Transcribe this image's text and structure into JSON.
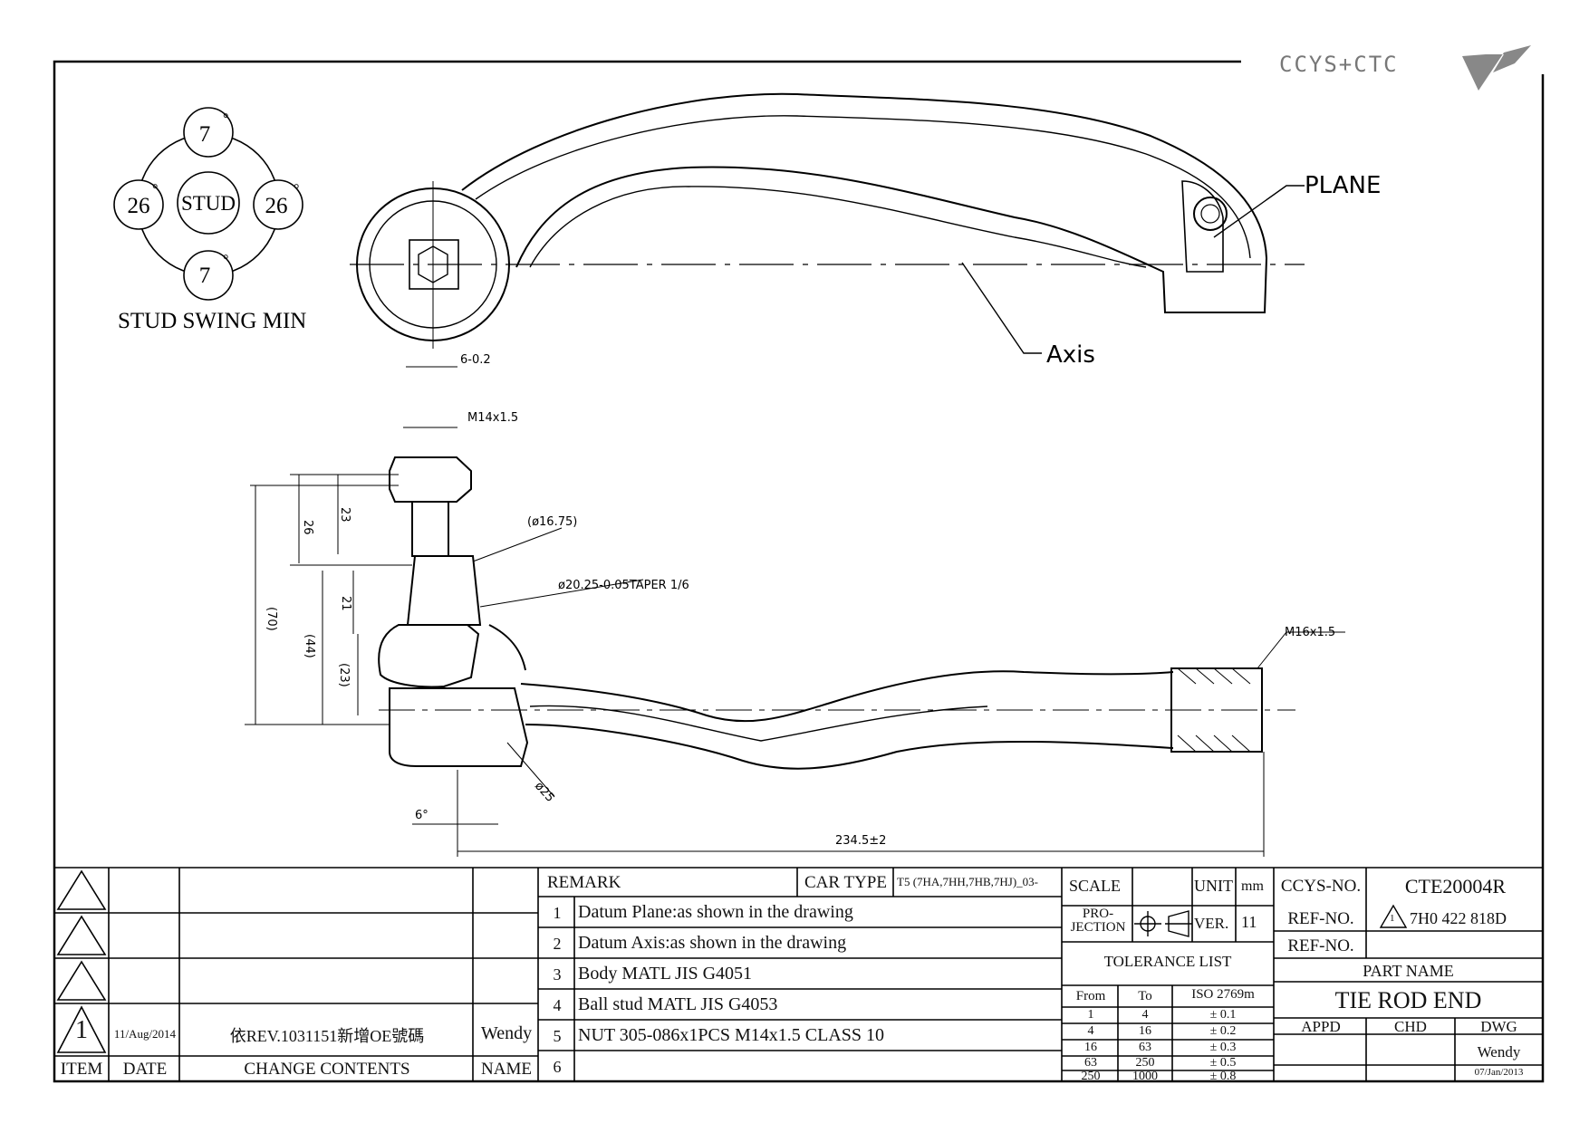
{
  "brand": {
    "logo_text": "CCYS+CTC"
  },
  "swing": {
    "top": "7",
    "bottom": "7",
    "left": "26",
    "right": "26",
    "degree": "°",
    "center": "STUD",
    "caption": "STUD SWING MIN"
  },
  "top_view": {
    "plane_label": "PLANE",
    "axis_label": "Axis"
  },
  "dims": {
    "hex": "6-0.2",
    "thread": "M14x1.5",
    "d1675": "(ø16.75)",
    "taper": "ø20.25-0.05TAPER 1/6",
    "d70": "(70)",
    "d26": "26",
    "d23a": "23",
    "d21": "21",
    "d44": "(44)",
    "d23b": "(23)",
    "d25": "ø25",
    "angle": "6°",
    "length": "234.5±2",
    "m16": "M16x1.5"
  },
  "revisions": {
    "rows": [
      {
        "tri": "",
        "date": "",
        "change": "",
        "name": ""
      },
      {
        "tri": "",
        "date": "",
        "change": "",
        "name": ""
      },
      {
        "tri": "",
        "date": "",
        "change": "",
        "name": ""
      },
      {
        "tri": "1",
        "date": "11/Aug/2014",
        "change": "依REV.1031151新增OE號碼",
        "name": "Wendy"
      }
    ],
    "headers": {
      "item": "ITEM",
      "date": "DATE",
      "change": "CHANGE CONTENTS",
      "name": "NAME"
    }
  },
  "remarks": {
    "title": "REMARK",
    "car_type_label": "CAR TYPE",
    "car_type_value": "T5 (7HA,7HH,7HB,7HJ)_03-",
    "items": [
      {
        "no": "1",
        "text": "Datum Plane:as shown in the drawing"
      },
      {
        "no": "2",
        "text": "Datum Axis:as shown in the drawing"
      },
      {
        "no": "3",
        "text": "Body MATL JIS G4051"
      },
      {
        "no": "4",
        "text": "Ball stud MATL JIS G4053"
      },
      {
        "no": "5",
        "text": "NUT 305-086x1PCS M14x1.5 CLASS 10"
      },
      {
        "no": "6",
        "text": ""
      }
    ]
  },
  "scale_block": {
    "scale_label": "SCALE",
    "scale_value": "",
    "unit_label": "UNIT",
    "unit_value": "mm",
    "projection_label_1": "PRO-",
    "projection_label_2": "JECTION",
    "ver_label": "VER.",
    "ver_value": "11"
  },
  "tolerance": {
    "title": "TOLERANCE LIST",
    "headers": [
      "From",
      "To",
      "ISO 2769m"
    ],
    "rows": [
      [
        "1",
        "4",
        "± 0.1"
      ],
      [
        "4",
        "16",
        "± 0.2"
      ],
      [
        "16",
        "63",
        "± 0.3"
      ],
      [
        "63",
        "250",
        "± 0.5"
      ],
      [
        "250",
        "1000",
        "± 0.8"
      ]
    ]
  },
  "titleblock": {
    "ccys_label": "CCYS-NO.",
    "ccys_value": "CTE20004R",
    "ref1_label": "REF-NO.",
    "ref1_rev": "1",
    "ref1_value": "7H0 422 818D",
    "ref2_label": "REF-NO.",
    "ref2_value": "",
    "part_name_label": "PART NAME",
    "part_name": "TIE ROD END",
    "appd": "APPD",
    "chd": "CHD",
    "dwg": "DWG",
    "dwg_name": "Wendy",
    "dwg_date": "07/Jan/2013"
  }
}
